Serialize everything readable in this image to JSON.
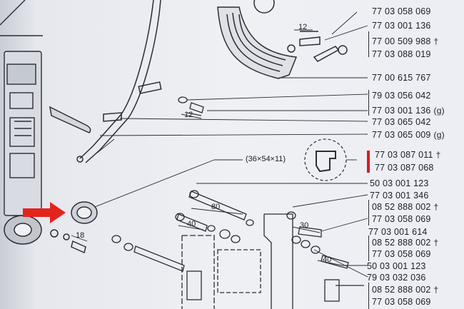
{
  "parts": [
    {
      "number": "77 03 058 069",
      "mark": ""
    },
    {
      "number": "77 03 001 136",
      "mark": ""
    },
    {
      "number": "77 00 509 988",
      "mark": "†"
    },
    {
      "number": "77 03 088 019",
      "mark": ""
    },
    {
      "number": "77 00 615 767",
      "mark": ""
    },
    {
      "number": "79 03 056 042",
      "mark": ""
    },
    {
      "number": "77 03 001 136",
      "mark": "(g)"
    },
    {
      "number": "77 03 065 042",
      "mark": ""
    },
    {
      "number": "77 03 065 009",
      "mark": "(g)"
    },
    {
      "number": "77 03 087 011",
      "mark": "†"
    },
    {
      "number": "77 03 087 068",
      "mark": ""
    },
    {
      "number": "50 03 001 123",
      "mark": ""
    },
    {
      "number": "77 03 001 346",
      "mark": ""
    },
    {
      "number": "08 52 888 002",
      "mark": "†"
    },
    {
      "number": "77 03 058 069",
      "mark": ""
    },
    {
      "number": "77 03 001 614",
      "mark": ""
    },
    {
      "number": "08 52 888 002",
      "mark": "†"
    },
    {
      "number": "77 03 058 069",
      "mark": ""
    },
    {
      "number": "50 03 001 123",
      "mark": ""
    },
    {
      "number": "79 03 032 036",
      "mark": ""
    },
    {
      "number": "08 52 888 002",
      "mark": "†"
    },
    {
      "number": "77 03 058 069",
      "mark": ""
    }
  ],
  "seal_dimension": "(36×54×11)",
  "dimensions": [
    "12",
    "12",
    "80",
    "40",
    "30",
    "18",
    "40"
  ],
  "colors": {
    "highlight_arrow": "#e3241d",
    "highlight_bar": "#d61b22",
    "ink": "#1b1d28"
  }
}
